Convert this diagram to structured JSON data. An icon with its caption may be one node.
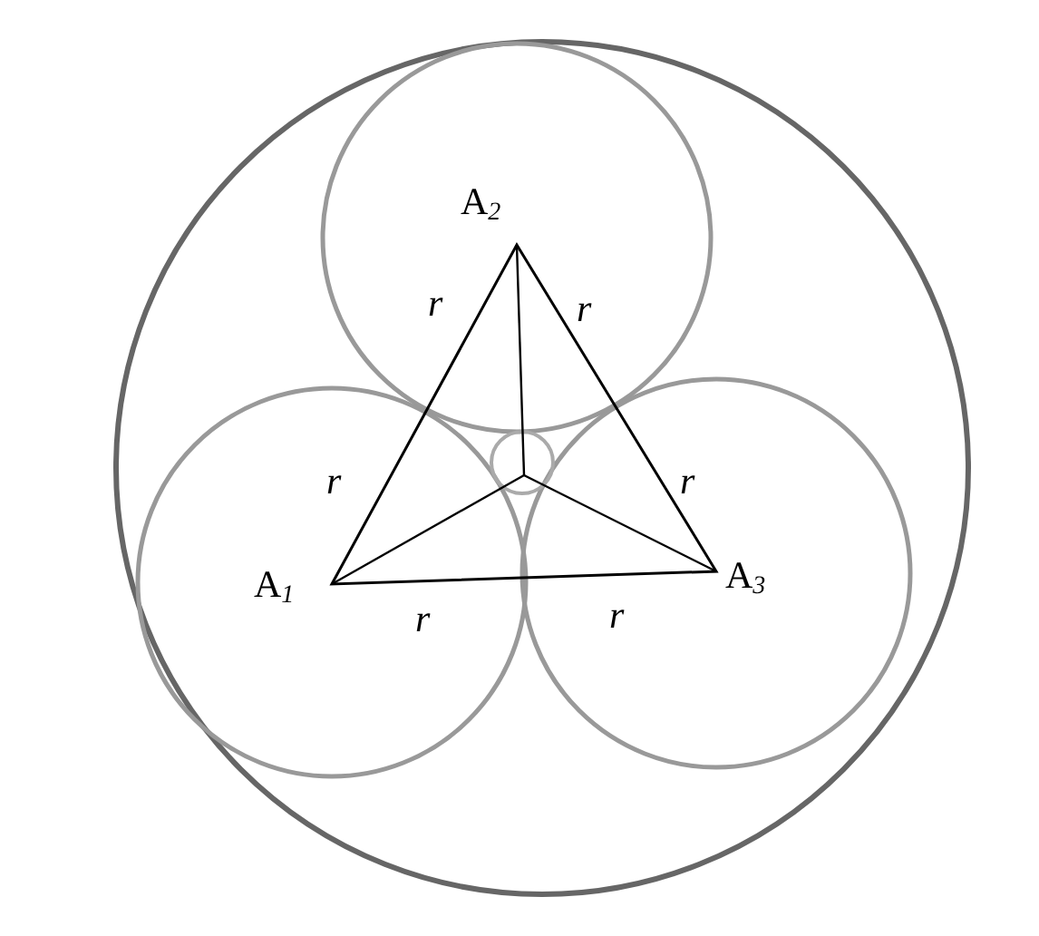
{
  "diagram": {
    "labels": [
      "A$_{2}$",
      "r",
      "r",
      "r",
      "r",
      "A$_{1}$",
      "A$_{3}$",
      "r",
      "r"
    ]
  }
}
